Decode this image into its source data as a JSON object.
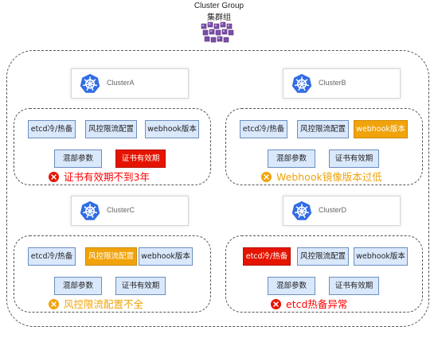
{
  "header": {
    "title": "Cluster Group",
    "subtitle": "集群组"
  },
  "colors": {
    "tag_default_bg": "#dae8fc",
    "tag_default_border": "#6c8ebf",
    "warning": "#f0a30a",
    "error": "#e51400",
    "text_error": "#ff0000",
    "text_warning": "#f0a30a",
    "k8s_blue": "#326ce5"
  },
  "clusters": [
    {
      "name": "ClusterA",
      "tags": [
        {
          "label": "etcd冷/热备",
          "state": "normal"
        },
        {
          "label": "风控限流配置",
          "state": "normal"
        },
        {
          "label": "webhook版本",
          "state": "normal"
        },
        {
          "label": "混部参数",
          "state": "normal"
        },
        {
          "label": "证书有效期",
          "state": "error"
        }
      ],
      "status": {
        "text": "证书有效期不到3年",
        "level": "error"
      }
    },
    {
      "name": "ClusterB",
      "tags": [
        {
          "label": "etcd冷/热备",
          "state": "normal"
        },
        {
          "label": "风控限流配置",
          "state": "normal"
        },
        {
          "label": "webhook版本",
          "state": "warning"
        },
        {
          "label": "混部参数",
          "state": "normal"
        },
        {
          "label": "证书有效期",
          "state": "normal"
        }
      ],
      "status": {
        "text": "Webhook镜像版本过低",
        "level": "warning"
      }
    },
    {
      "name": "ClusterC",
      "tags": [
        {
          "label": "etcd冷/热备",
          "state": "normal"
        },
        {
          "label": "风控限流配置",
          "state": "warning"
        },
        {
          "label": "webhook版本",
          "state": "normal"
        },
        {
          "label": "混部参数",
          "state": "normal"
        },
        {
          "label": "证书有效期",
          "state": "normal"
        }
      ],
      "status": {
        "text": "风控限流配置不全",
        "level": "warning"
      }
    },
    {
      "name": "ClusterD",
      "tags": [
        {
          "label": "etcd冷/热备",
          "state": "error"
        },
        {
          "label": "风控限流配置",
          "state": "normal"
        },
        {
          "label": "webhook版本",
          "state": "normal"
        },
        {
          "label": "混部参数",
          "state": "normal"
        },
        {
          "label": "证书有效期",
          "state": "normal"
        }
      ],
      "status": {
        "text": "etcd热备异常",
        "level": "error"
      }
    }
  ]
}
